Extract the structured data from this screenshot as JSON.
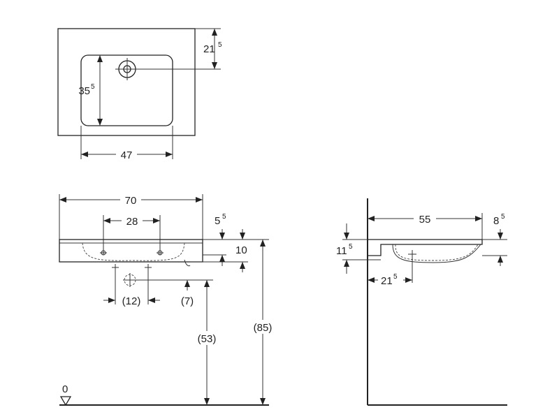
{
  "colors": {
    "line": "#222222",
    "background": "#ffffff"
  },
  "views": {
    "top": {
      "depth": "21",
      "depth_sup": "5",
      "bowl_depth": "35",
      "bowl_depth_sup": "5",
      "bowl_width": "47"
    },
    "front": {
      "width": "70",
      "hole_spacing": "28",
      "rim_top": "5",
      "rim_top_sup": "5",
      "rim_height": "10",
      "drain_offset": "(12)",
      "drain_level": "(7)",
      "drain_height": "(53)",
      "total_height": "(85)",
      "floor_label": "0"
    },
    "side": {
      "depth": "55",
      "rim_offset": "8",
      "rim_offset_sup": "5",
      "height": "11",
      "height_sup": "5",
      "drain_depth": "21",
      "drain_depth_sup": "5"
    }
  }
}
